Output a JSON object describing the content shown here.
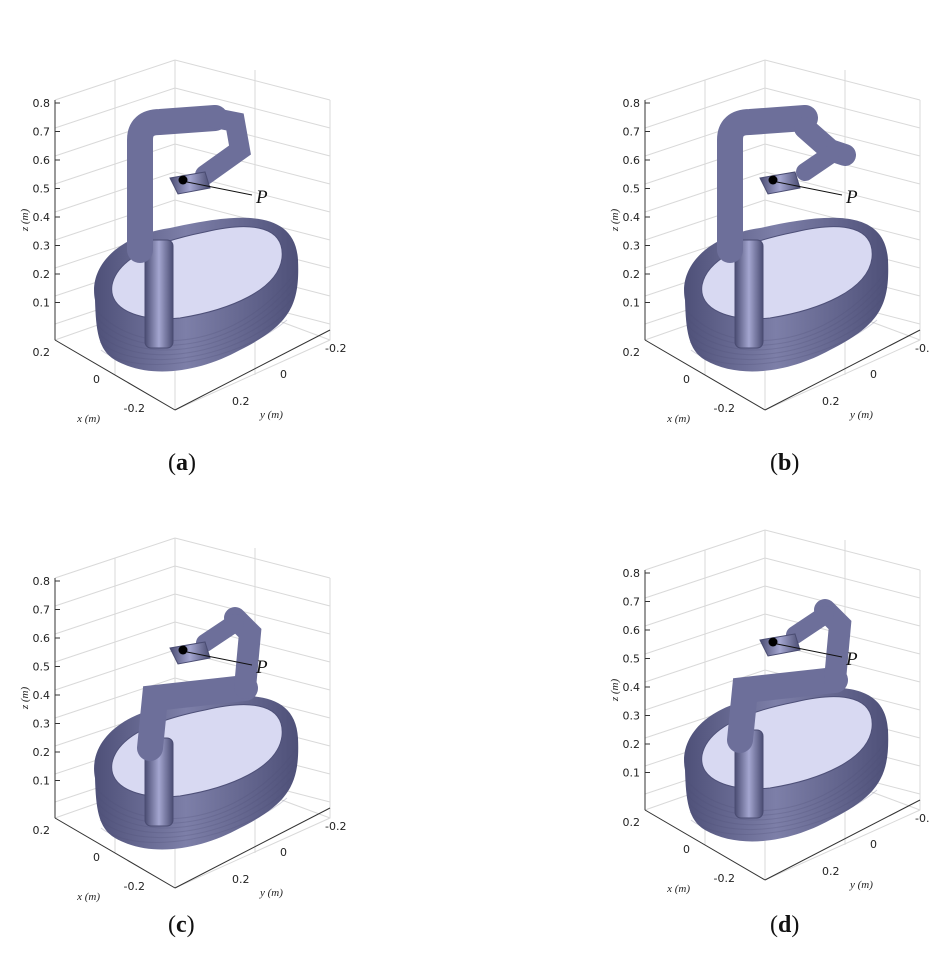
{
  "figure": {
    "panels": [
      {
        "id": "a",
        "caption_open": "(",
        "caption_letter": "a",
        "caption_close": ")",
        "pose": "upright",
        "ytick_cut": "-0.2"
      },
      {
        "id": "b",
        "caption_open": "(",
        "caption_letter": "b",
        "caption_close": ")",
        "pose": "upright-b",
        "ytick_cut": "-0."
      },
      {
        "id": "c",
        "caption_open": "(",
        "caption_letter": "c",
        "caption_close": ")",
        "pose": "low",
        "ytick_cut": "-0.2"
      },
      {
        "id": "d",
        "caption_open": "(",
        "caption_letter": "d",
        "caption_close": ")",
        "pose": "low-d",
        "ytick_cut": "-0."
      }
    ],
    "z_ticks": [
      "0.8",
      "0.7",
      "0.6",
      "0.5",
      "0.4",
      "0.3",
      "0.2",
      "0.1"
    ],
    "x_ticks": [
      "0.2",
      "0",
      "-0.2"
    ],
    "y_ticks": [
      "0",
      "0.2"
    ],
    "z_label": "z (m)",
    "x_label": "x (m)",
    "y_label": "y (m)",
    "point_label": "P",
    "colors": {
      "robot": "#6d6f9a",
      "robot_dark": "#4a4c72",
      "robot_light": "#a4a6d0",
      "workspace": "#7d7fa8",
      "workspace_dark": "#4e5078",
      "workspace_top": "#d8d9f2",
      "grid": "#d9d9d9",
      "axis": "#333333"
    }
  }
}
